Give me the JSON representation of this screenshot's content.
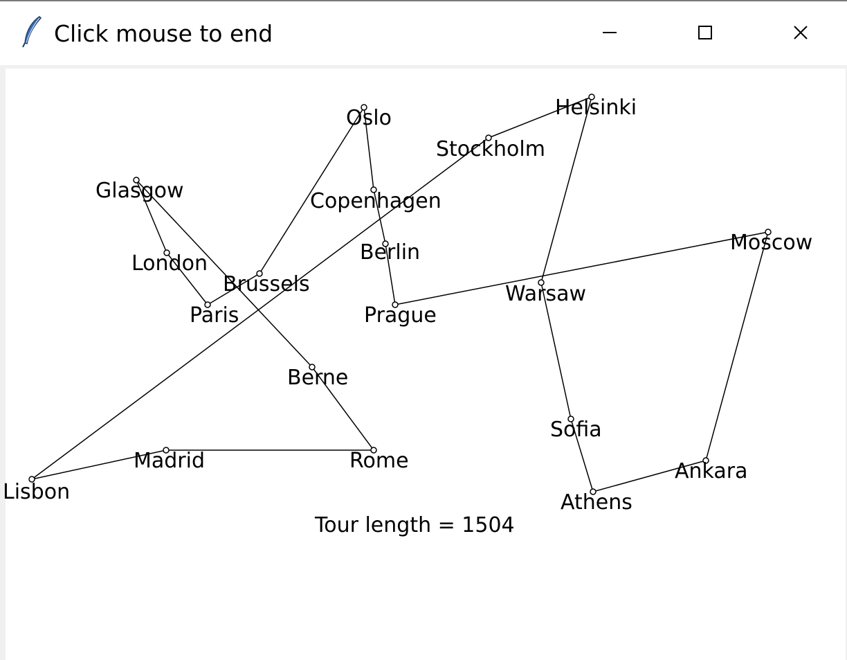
{
  "window": {
    "title": "Click mouse to end",
    "icon": "feather-icon",
    "controls": {
      "minimize": "minimize-icon",
      "maximize": "maximize-icon",
      "close": "close-icon"
    }
  },
  "canvas": {
    "tour_text": "Tour length = 1504",
    "cities": [
      {
        "id": "oslo",
        "name": "Oslo"
      },
      {
        "id": "helsinki",
        "name": "Helsinki"
      },
      {
        "id": "stockholm",
        "name": "Stockholm"
      },
      {
        "id": "glasgow",
        "name": "Glasgow"
      },
      {
        "id": "copenhagen",
        "name": "Copenhagen"
      },
      {
        "id": "moscow",
        "name": "Moscow"
      },
      {
        "id": "london",
        "name": "London"
      },
      {
        "id": "berlin",
        "name": "Berlin"
      },
      {
        "id": "brussels",
        "name": "Brussels"
      },
      {
        "id": "warsaw",
        "name": "Warsaw"
      },
      {
        "id": "paris",
        "name": "Paris"
      },
      {
        "id": "prague",
        "name": "Prague"
      },
      {
        "id": "berne",
        "name": "Berne"
      },
      {
        "id": "sofia",
        "name": "Sofia"
      },
      {
        "id": "madrid",
        "name": "Madrid"
      },
      {
        "id": "rome",
        "name": "Rome"
      },
      {
        "id": "ankara",
        "name": "Ankara"
      },
      {
        "id": "lisbon",
        "name": "Lisbon"
      },
      {
        "id": "athens",
        "name": "Athens"
      }
    ],
    "tour_order": [
      "lisbon",
      "madrid",
      "rome",
      "berne",
      "glasgow",
      "london",
      "paris",
      "brussels",
      "oslo",
      "copenhagen",
      "berlin",
      "prague",
      "moscow",
      "ankara",
      "athens",
      "sofia",
      "warsaw",
      "helsinki",
      "stockholm",
      "lisbon"
    ],
    "colors": {
      "background": "#ffffff",
      "lines": "#000000",
      "text": "#000000"
    }
  }
}
